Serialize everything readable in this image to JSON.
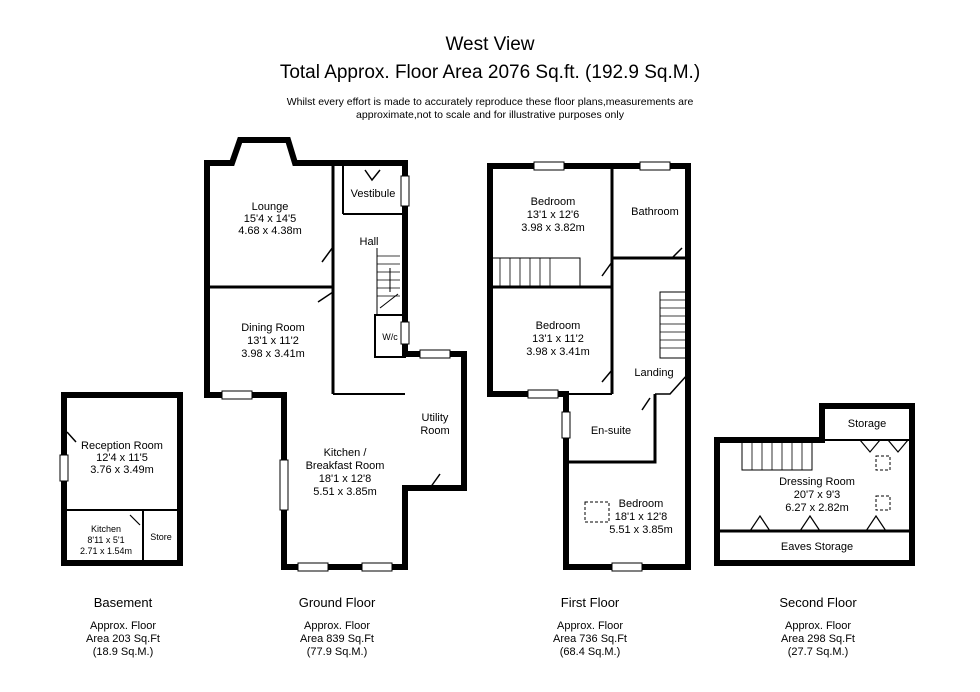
{
  "header": {
    "title": "West View",
    "subtitle": "Total Approx. Floor Area 2076 Sq.ft. (192.9 Sq.M.)",
    "disclaimer_line1": "Whilst every effort is made to accurately reproduce these floor plans,measurements are",
    "disclaimer_line2": "approximate,not to scale and for illustrative purposes only"
  },
  "floors": [
    {
      "name": "Basement",
      "area_label": "Approx. Floor",
      "area_sqft": "Area 203 Sq.Ft",
      "area_sqm": "(18.9 Sq.M.)"
    },
    {
      "name": "Ground Floor",
      "area_label": "Approx. Floor",
      "area_sqft": "Area 839 Sq.Ft",
      "area_sqm": "(77.9 Sq.M.)"
    },
    {
      "name": "First Floor",
      "area_label": "Approx. Floor",
      "area_sqft": "Area 736 Sq.Ft",
      "area_sqm": "(68.4 Sq.M.)"
    },
    {
      "name": "Second Floor",
      "area_label": "Approx. Floor",
      "area_sqft": "Area 298 Sq.Ft",
      "area_sqm": "(27.7 Sq.M.)"
    }
  ],
  "rooms": {
    "reception_room": {
      "name": "Reception Room",
      "imperial": "12'4 x 11'5",
      "metric": "3.76 x 3.49m"
    },
    "basement_kitchen": {
      "name": "Kitchen",
      "imperial": "8'11 x 5'1",
      "metric": "2.71 x 1.54m"
    },
    "store": {
      "name": "Store"
    },
    "lounge": {
      "name": "Lounge",
      "imperial": "15'4 x 14'5",
      "metric": "4.68 x 4.38m"
    },
    "vestibule": {
      "name": "Vestibule"
    },
    "hall": {
      "name": "Hall"
    },
    "dining_room": {
      "name": "Dining Room",
      "imperial": "13'1 x 11'2",
      "metric": "3.98 x 3.41m"
    },
    "wc": {
      "name": "W/c"
    },
    "utility_room": {
      "name1": "Utility",
      "name2": "Room"
    },
    "kitchen_breakfast": {
      "name1": "Kitchen /",
      "name2": "Breakfast Room",
      "imperial": "18'1 x 12'8",
      "metric": "5.51 x 3.85m"
    },
    "bedroom_front": {
      "name": "Bedroom",
      "imperial": "13'1 x 12'6",
      "metric": "3.98 x 3.82m"
    },
    "bathroom": {
      "name": "Bathroom"
    },
    "bedroom_middle": {
      "name": "Bedroom",
      "imperial": "13'1 x 11'2",
      "metric": "3.98 x 3.41m"
    },
    "landing": {
      "name": "Landing"
    },
    "ensuite": {
      "name": "En-suite"
    },
    "bedroom_rear": {
      "name": "Bedroom",
      "imperial": "18'1 x 12'8",
      "metric": "5.51 x 3.85m"
    },
    "storage": {
      "name": "Storage"
    },
    "dressing_room": {
      "name": "Dressing Room",
      "imperial": "20'7 x 9'3",
      "metric": "6.27 x 2.82m"
    },
    "eaves_storage": {
      "name": "Eaves Storage"
    }
  }
}
